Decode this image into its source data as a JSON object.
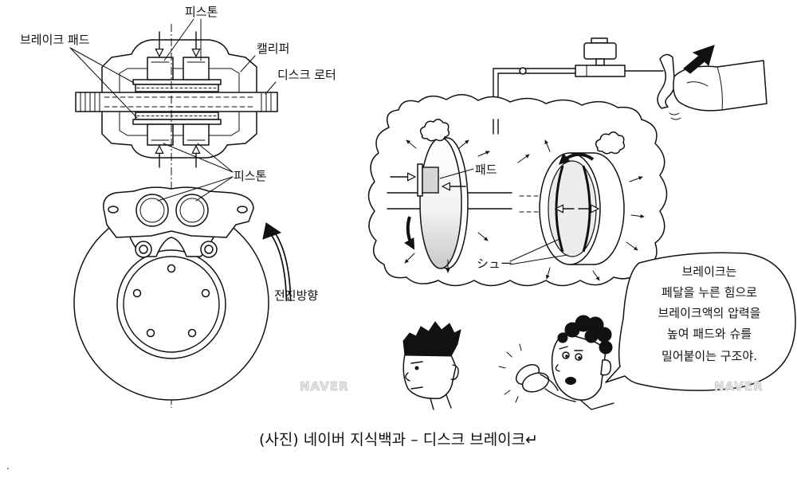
{
  "figure": {
    "left_diagram": {
      "labels": {
        "piston_top": "피스톤",
        "brake_pad": "브레이크 패드",
        "caliper": "캘리퍼",
        "disc_rotor": "디스크 로터",
        "piston_bottom": "피스톤",
        "forward_direction": "전진방향"
      }
    },
    "right_diagram": {
      "labels": {
        "pad": "패드",
        "shoe": "シュー"
      },
      "speech_bubble": [
        "브레이크는",
        "페달을 누른 힘으로",
        "브레이크액의 압력을",
        "높여 패드와 슈를",
        "밀어붙이는 구조야."
      ]
    },
    "watermarks": [
      "NAVER",
      "NAVER"
    ]
  },
  "caption": "(사진) 네이버 지식백과 – 디스크 브레이크↵",
  "footer_mark": "."
}
